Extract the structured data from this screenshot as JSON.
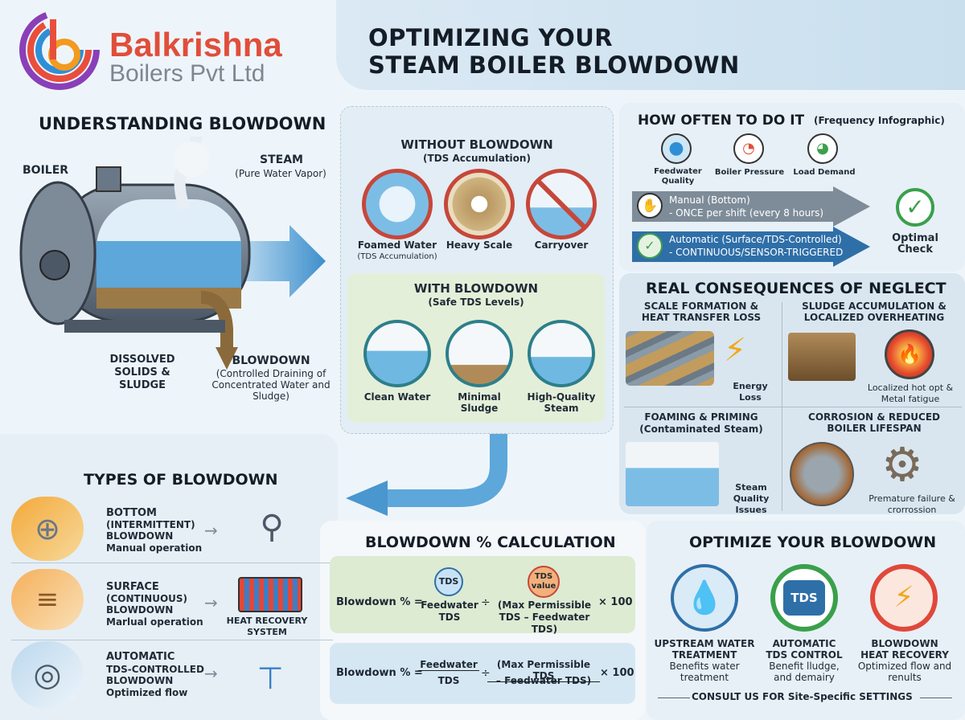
{
  "brand": {
    "name_line1": "Balkrishna",
    "name_line2": "Boilers Pvt Ltd",
    "color_primary": "#e04e3a",
    "color_secondary": "#7c8791"
  },
  "title": {
    "line1": "OPTIMIZING YOUR",
    "line2": "STEAM BOILER BLOWDOWN"
  },
  "understanding": {
    "heading": "UNDERSTANDING BLOWDOWN",
    "boiler_label": "BOILER",
    "steam_label": "STEAM",
    "steam_sub": "(Pure Water Vapor)",
    "solids_label": "DISSOLVED SOLIDS & SLUDGE",
    "blowdown_label": "BLOWDOWN",
    "blowdown_sub": "(Controlled Draining of Concentrated Water and Sludge)"
  },
  "without": {
    "heading": "WITHOUT BLOWDOWN",
    "sub": "(TDS Accumulation)",
    "items": [
      {
        "label": "Foamed Water",
        "sub": "(TDS Accumulation)"
      },
      {
        "label": "Heavy Scale",
        "sub": ""
      },
      {
        "label": "Carryover",
        "sub": ""
      }
    ]
  },
  "with": {
    "heading": "WITH BLOWDOWN",
    "sub": "(Safe TDS Levels)",
    "items": [
      {
        "label": "Clean Water"
      },
      {
        "label": "Minimal Sludge"
      },
      {
        "label": "High-Quality Steam"
      }
    ]
  },
  "frequency": {
    "heading": "HOW OFTEN TO DO IT",
    "heading_sub": "(Frequency Infographic)",
    "factors": [
      "Feedwater Quality",
      "Boiler Pressure",
      "Load Demand"
    ],
    "manual_line1": "Manual (Bottom)",
    "manual_line2": "- ONCE per shift (every 8 hours)",
    "auto_line1": "Automatic (Surface/TDS-Controlled)",
    "auto_line2": "- CONTINUOUS/SENSOR-TRIGGERED",
    "optimal": "Optimal Check"
  },
  "consequences": {
    "heading": "REAL CONSEQUENCES OF NEGLECT",
    "q1_title": "SCALE FORMATION & HEAT TRANSFER LOSS",
    "q1_caption": "Energy Loss",
    "q2_title": "SLUDGE ACCUMULATION & LOCALIZED OVERHEATING",
    "q2_caption": "Localized hot opt & Metal fatigue",
    "q3_title": "FOAMING & PRIMING",
    "q3_sub": "(Contaminated Steam)",
    "q3_caption": "Steam Quality Issues",
    "q4_title": "CORROSION & REDUCED BOILER LIFESPAN",
    "q4_caption": "Premature failure & crorrossion"
  },
  "types": {
    "heading": "TYPES OF BLOWDOWN",
    "items": [
      {
        "title": "BOTTOM",
        "line2": "(INTERMITTENT)",
        "line3": "BLOWDOWN",
        "line4": "Manual operation",
        "right": ""
      },
      {
        "title": "SURFACE",
        "line2": "(CONTINUOUS)",
        "line3": "BLOWDOWN",
        "line4": "Marlual operation",
        "right": "HEAT RECOVERY SYSTEM"
      },
      {
        "title": "AUTOMATIC",
        "line2": "TDS-CONTROLLED",
        "line3": "BLOWDOWN",
        "line4": "Optimized flow",
        "right": ""
      }
    ]
  },
  "calc": {
    "heading": "BLOWDOWN % CALCULATION",
    "f1_lhs": "Blowdown % =",
    "f1_tds_badge": "TDS",
    "f1_tds_value_badge": "TDS value",
    "f1_num": "Feedwater TDS",
    "f1_div": "÷",
    "f1_den": "(Max Permissible TDS – Feedwater TDS)",
    "f1_times": "× 100",
    "f2_lhs": "Blowdown % =",
    "f2_num": "Feedwater",
    "f2_den": "TDS",
    "f2_div": "÷",
    "f2_num2": "(Max Permissible TDS",
    "f2_den2": "– Feedwater TDS)",
    "f2_times": "× 100"
  },
  "optimize": {
    "heading": "OPTIMIZE YOUR BLOWDOWN",
    "items": [
      {
        "title": "UPSTREAM WATER TREATMENT",
        "sub": "Benefits water treatment"
      },
      {
        "title": "AUTOMATIC TDS CONTROL",
        "sub": "Benefit lludge, and demairy",
        "badge": "TDS"
      },
      {
        "title": "BLOWDOWN HEAT RECOVERY",
        "sub": "Optimized flow and renults"
      }
    ],
    "cta": "CONSULT US FOR Site-Specific SETTINGS"
  }
}
